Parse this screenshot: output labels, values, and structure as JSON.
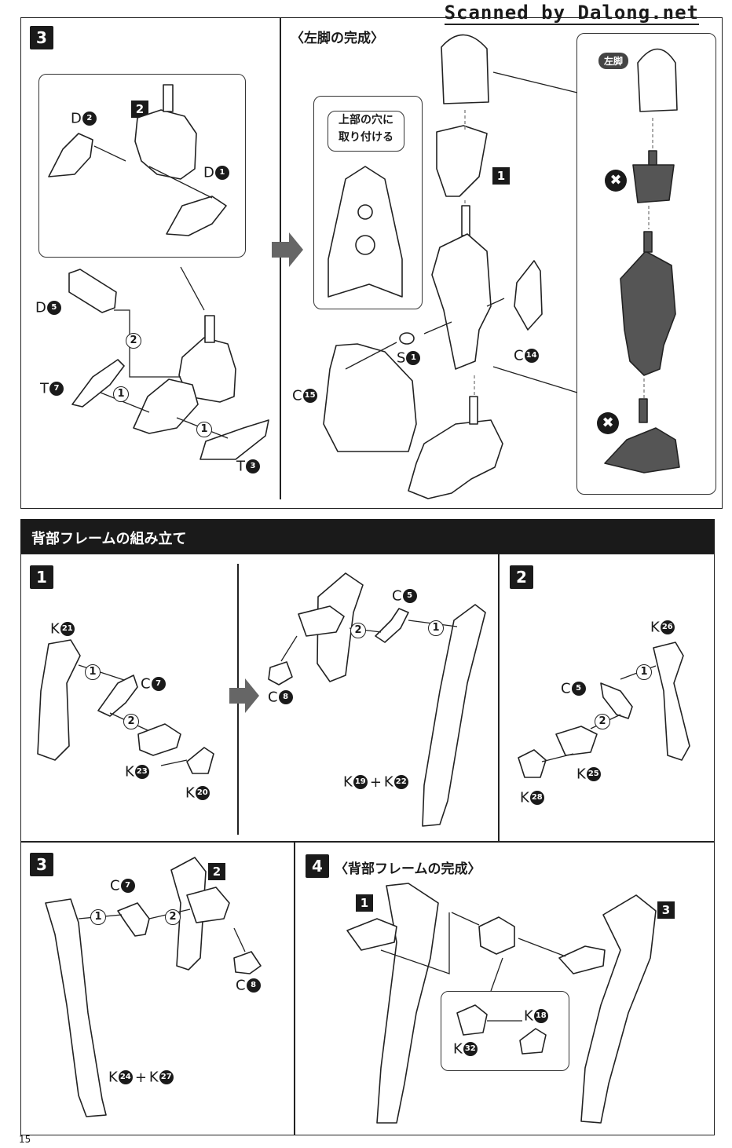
{
  "watermark": "Scanned by Dalong.net",
  "page_number": "15",
  "step3_top": {
    "step": "3",
    "inset_step": "2",
    "title": "〈左脚の完成〉",
    "note_line1": "上部の穴に",
    "note_line2": "取り付ける",
    "badge": "左脚",
    "sub_step": "1",
    "parts": {
      "d2": {
        "letter": "D",
        "num": "2"
      },
      "d1": {
        "letter": "D",
        "num": "1"
      },
      "d5": {
        "letter": "D",
        "num": "5"
      },
      "t7": {
        "letter": "T",
        "num": "7"
      },
      "t3": {
        "letter": "T",
        "num": "3"
      },
      "s1": {
        "letter": "S",
        "num": "1"
      },
      "c14": {
        "letter": "C",
        "num": "14"
      },
      "c15": {
        "letter": "C",
        "num": "15"
      }
    },
    "seq": [
      "2",
      "1",
      "1"
    ]
  },
  "section": {
    "title": "背部フレームの組み立て",
    "step1": {
      "step": "1",
      "parts": {
        "k21": {
          "letter": "K",
          "num": "21"
        },
        "c7": {
          "letter": "C",
          "num": "7"
        },
        "k23": {
          "letter": "K",
          "num": "23"
        },
        "k20": {
          "letter": "K",
          "num": "20"
        },
        "c5": {
          "letter": "C",
          "num": "5"
        },
        "c8": {
          "letter": "C",
          "num": "8"
        },
        "k19": {
          "letter": "K",
          "num": "19"
        },
        "k22": {
          "letter": "K",
          "num": "22"
        }
      },
      "plus": "+",
      "seq": [
        "1",
        "2",
        "2",
        "1"
      ]
    },
    "step2": {
      "step": "2",
      "parts": {
        "k26": {
          "letter": "K",
          "num": "26"
        },
        "c5": {
          "letter": "C",
          "num": "5"
        },
        "k25": {
          "letter": "K",
          "num": "25"
        },
        "k28": {
          "letter": "K",
          "num": "28"
        }
      },
      "seq": [
        "1",
        "2"
      ]
    },
    "step3": {
      "step": "3",
      "sub_step": "2",
      "parts": {
        "c7": {
          "letter": "C",
          "num": "7"
        },
        "c8": {
          "letter": "C",
          "num": "8"
        },
        "k24": {
          "letter": "K",
          "num": "24"
        },
        "k27": {
          "letter": "K",
          "num": "27"
        }
      },
      "plus": "+",
      "seq": [
        "1",
        "2"
      ]
    },
    "step4": {
      "step": "4",
      "title": "〈背部フレームの完成〉",
      "sub_left": "1",
      "sub_right": "3",
      "parts": {
        "k18": {
          "letter": "K",
          "num": "18"
        },
        "k32": {
          "letter": "K",
          "num": "32"
        }
      }
    }
  },
  "x_mark": "✖"
}
